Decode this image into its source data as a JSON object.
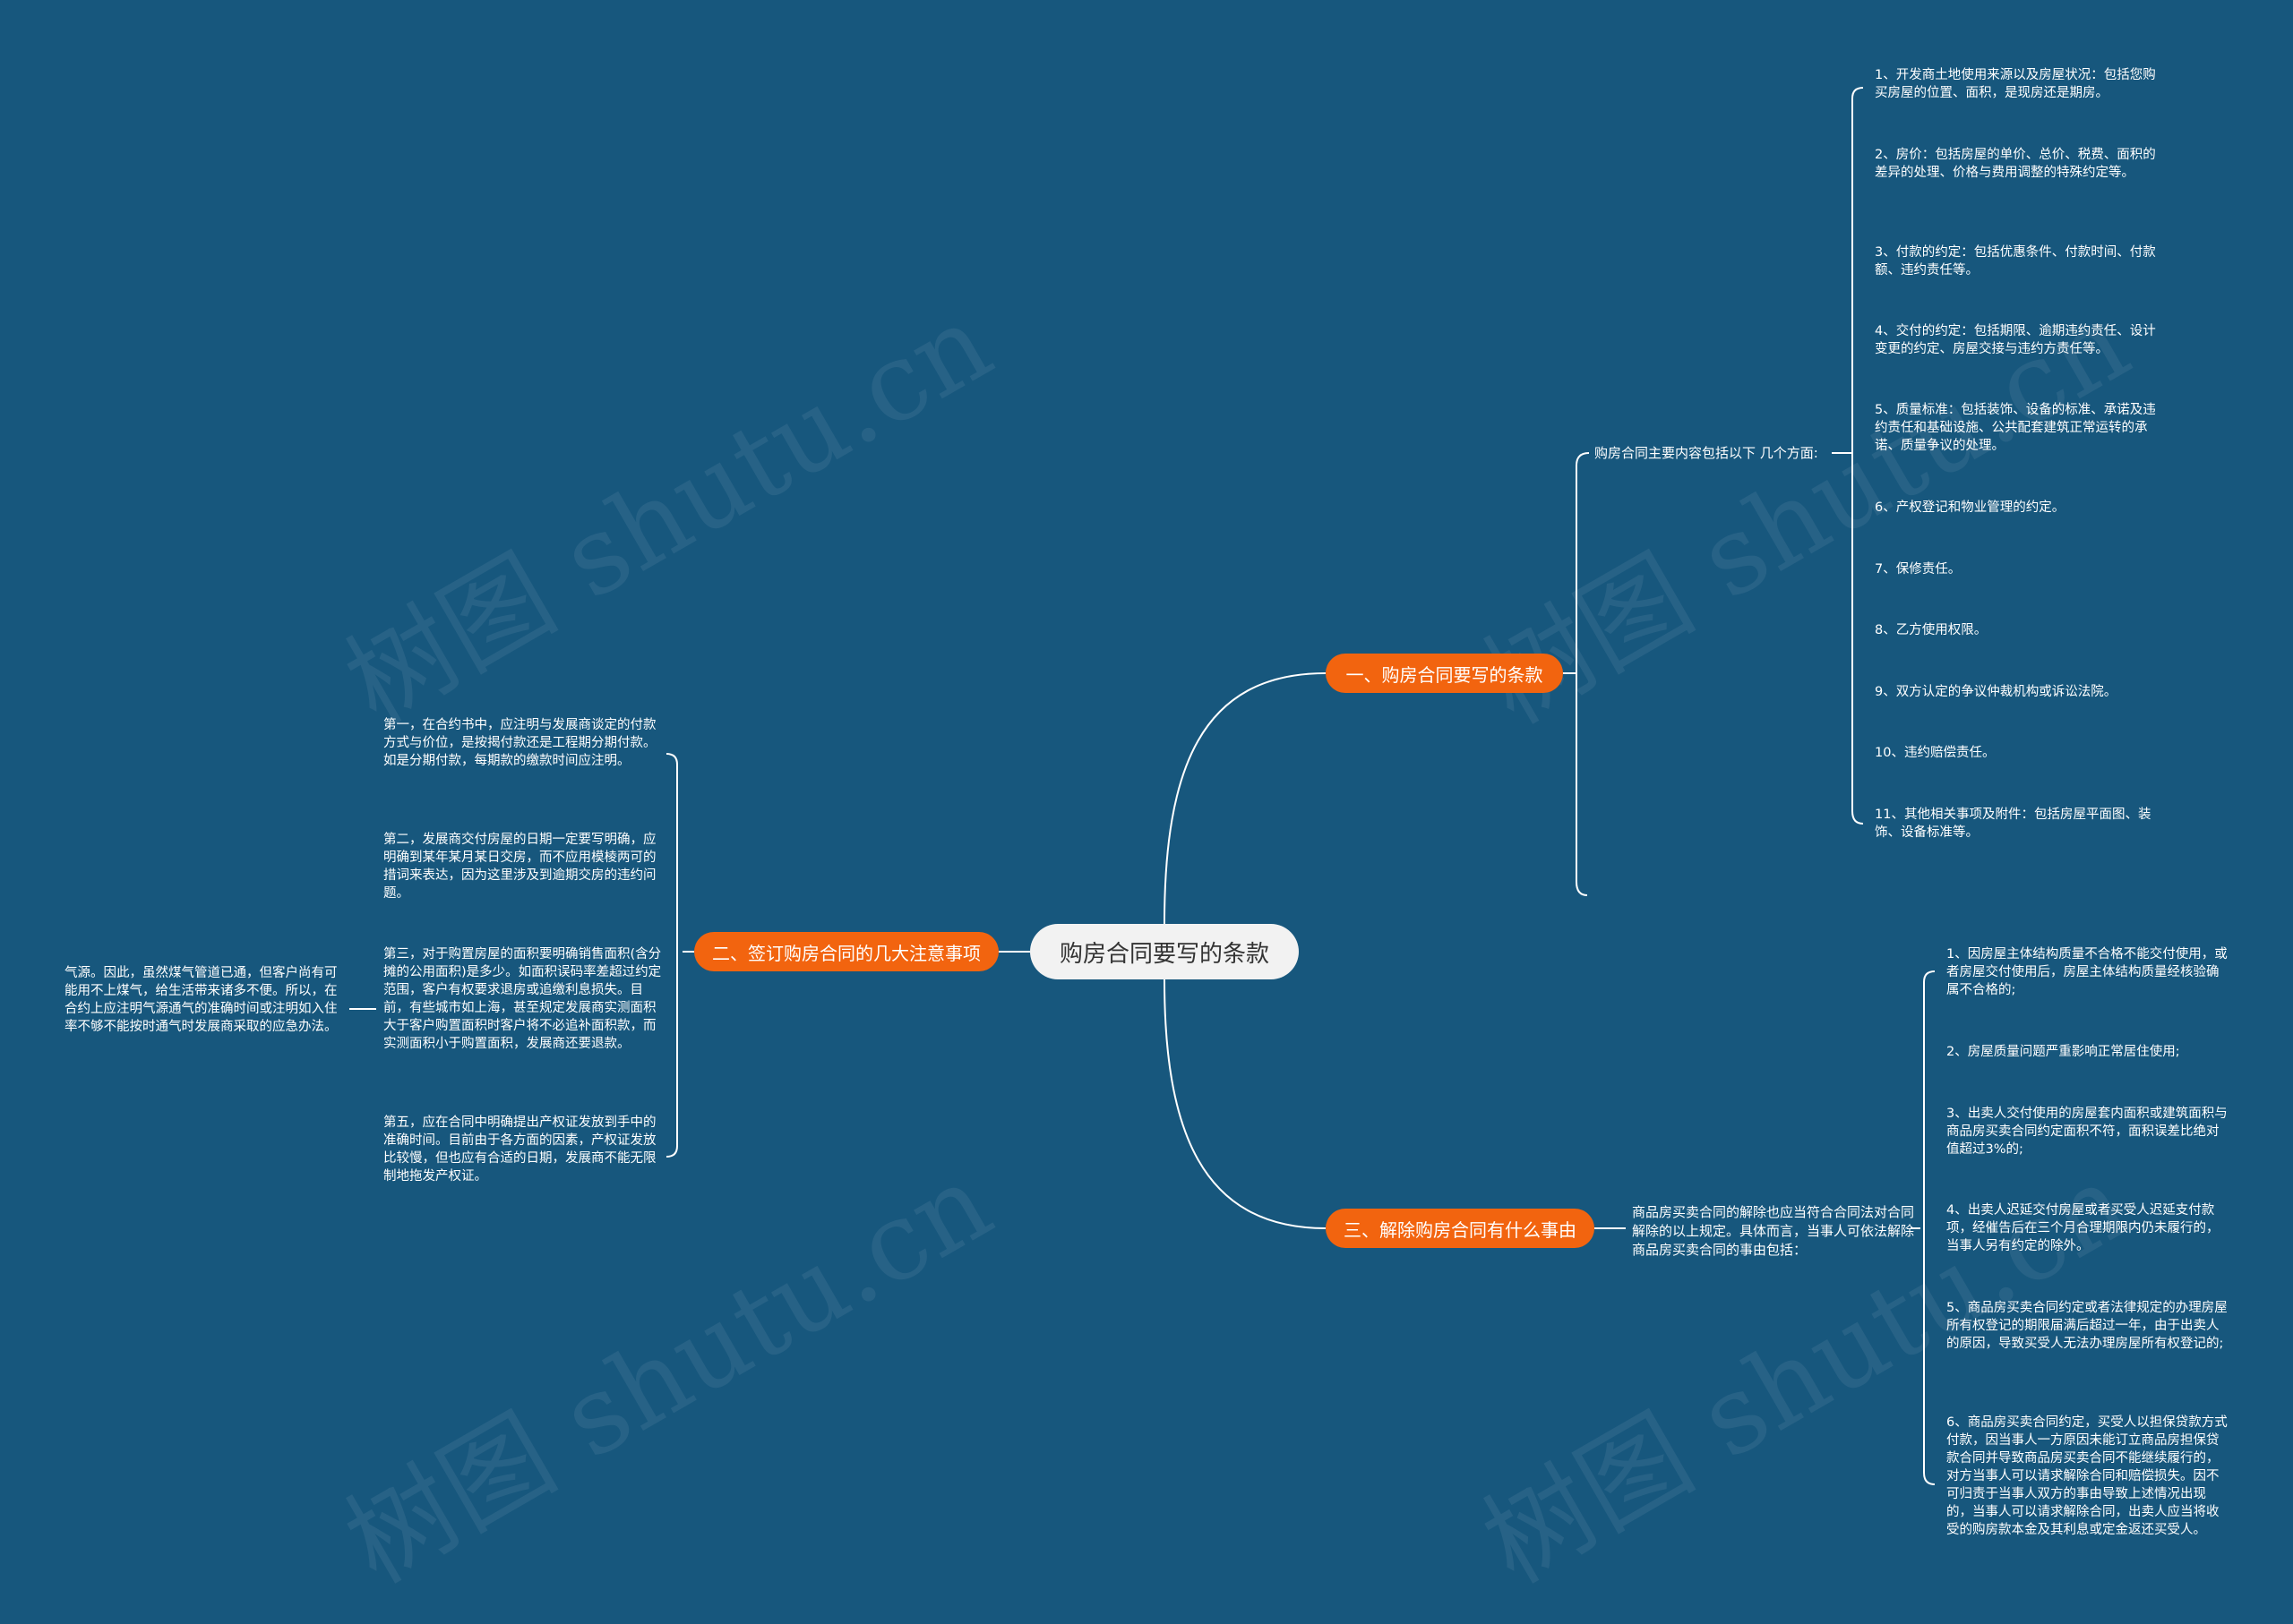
{
  "watermark": "树图 shutu.cn",
  "root": "购房合同要写的条款",
  "branch1": {
    "label": "一、购房合同要写的条款",
    "intro": "购房合同主要内容包括以下 几个方面:",
    "items": [
      "1、开发商土地使用来源以及房屋状况：包括您购买房屋的位置、面积，是现房还是期房。",
      "2、房价：包括房屋的单价、总价、税费、面积的差异的处理、价格与费用调整的特殊约定等。",
      "3、付款的约定：包括优惠条件、付款时间、付款额、违约责任等。",
      "4、交付的约定：包括期限、逾期违约责任、设计变更的约定、房屋交接与违约方责任等。",
      "5、质量标准：包括装饰、设备的标准、承诺及违约责任和基础设施、公共配套建筑正常运转的承诺、质量争议的处理。",
      "6、产权登记和物业管理的约定。",
      "7、保修责任。",
      "8、乙方使用权限。",
      "9、双方认定的争议仲裁机构或诉讼法院。",
      "10、违约赔偿责任。",
      "11、其他相关事项及附件：包括房屋平面图、装饰、设备标准等。"
    ]
  },
  "branch2": {
    "label": "二、签订购房合同的几大注意事项",
    "items": [
      "第一，在合约书中，应注明与发展商谈定的付款方式与价位，是按揭付款还是工程期分期付款。如是分期付款，每期款的缴款时间应注明。",
      "第二，发展商交付房屋的日期一定要写明确，应明确到某年某月某日交房，而不应用模棱两可的措词来表达，因为这里涉及到逾期交房的违约问题。",
      "第三，对于购置房屋的面积要明确销售面积(含分摊的公用面积)是多少。如面积误码率差超过约定范围，客户有权要求退房或追缴利息损失。目前，有些城市如上海，甚至规定发展商实测面积大于客户购置面积时客户将不必追补面积款，而实测面积小于购置面积，发展商还要退款。",
      "第五，应在合同中明确提出产权证发放到手中的准确时间。目前由于各方面的因素，产权证发放比较慢，但也应有合适的日期，发展商不能无限制地拖发产权证。"
    ],
    "extra": "气源。因此，虽然煤气管道已通，但客户尚有可能用不上煤气，给生活带来诸多不便。所以，在合约上应注明气源通气的准确时间或注明如入住率不够不能按时通气时发展商采取的应急办法。"
  },
  "branch3": {
    "label": "三、解除购房合同有什么事由",
    "intro": "商品房买卖合同的解除也应当符合合同法对合同解除的以上规定。具体而言，当事人可依法解除商品房买卖合同的事由包括：",
    "items": [
      "1、因房屋主体结构质量不合格不能交付使用，或者房屋交付使用后，房屋主体结构质量经核验确属不合格的;",
      "2、房屋质量问题严重影响正常居住使用;",
      "3、出卖人交付使用的房屋套内面积或建筑面积与商品房买卖合同约定面积不符，面积误差比绝对值超过3%的;",
      "4、出卖人迟延交付房屋或者买受人迟延支付款项，经催告后在三个月合理期限内仍未履行的，当事人另有约定的除外。",
      "5、商品房买卖合同约定或者法律规定的办理房屋所有权登记的期限届满后超过一年，由于出卖人的原因，导致买受人无法办理房屋所有权登记的;",
      "6、商品房买卖合同约定，买受人以担保贷款方式付款，因当事人一方原因未能订立商品房担保贷款合同并导致商品房买卖合同不能继续履行的，对方当事人可以请求解除合同和赔偿损失。因不可归责于当事人双方的事由导致上述情况出现的，当事人可以请求解除合同，出卖人应当将收受的购房款本金及其利息或定金返还买受人。"
    ]
  }
}
